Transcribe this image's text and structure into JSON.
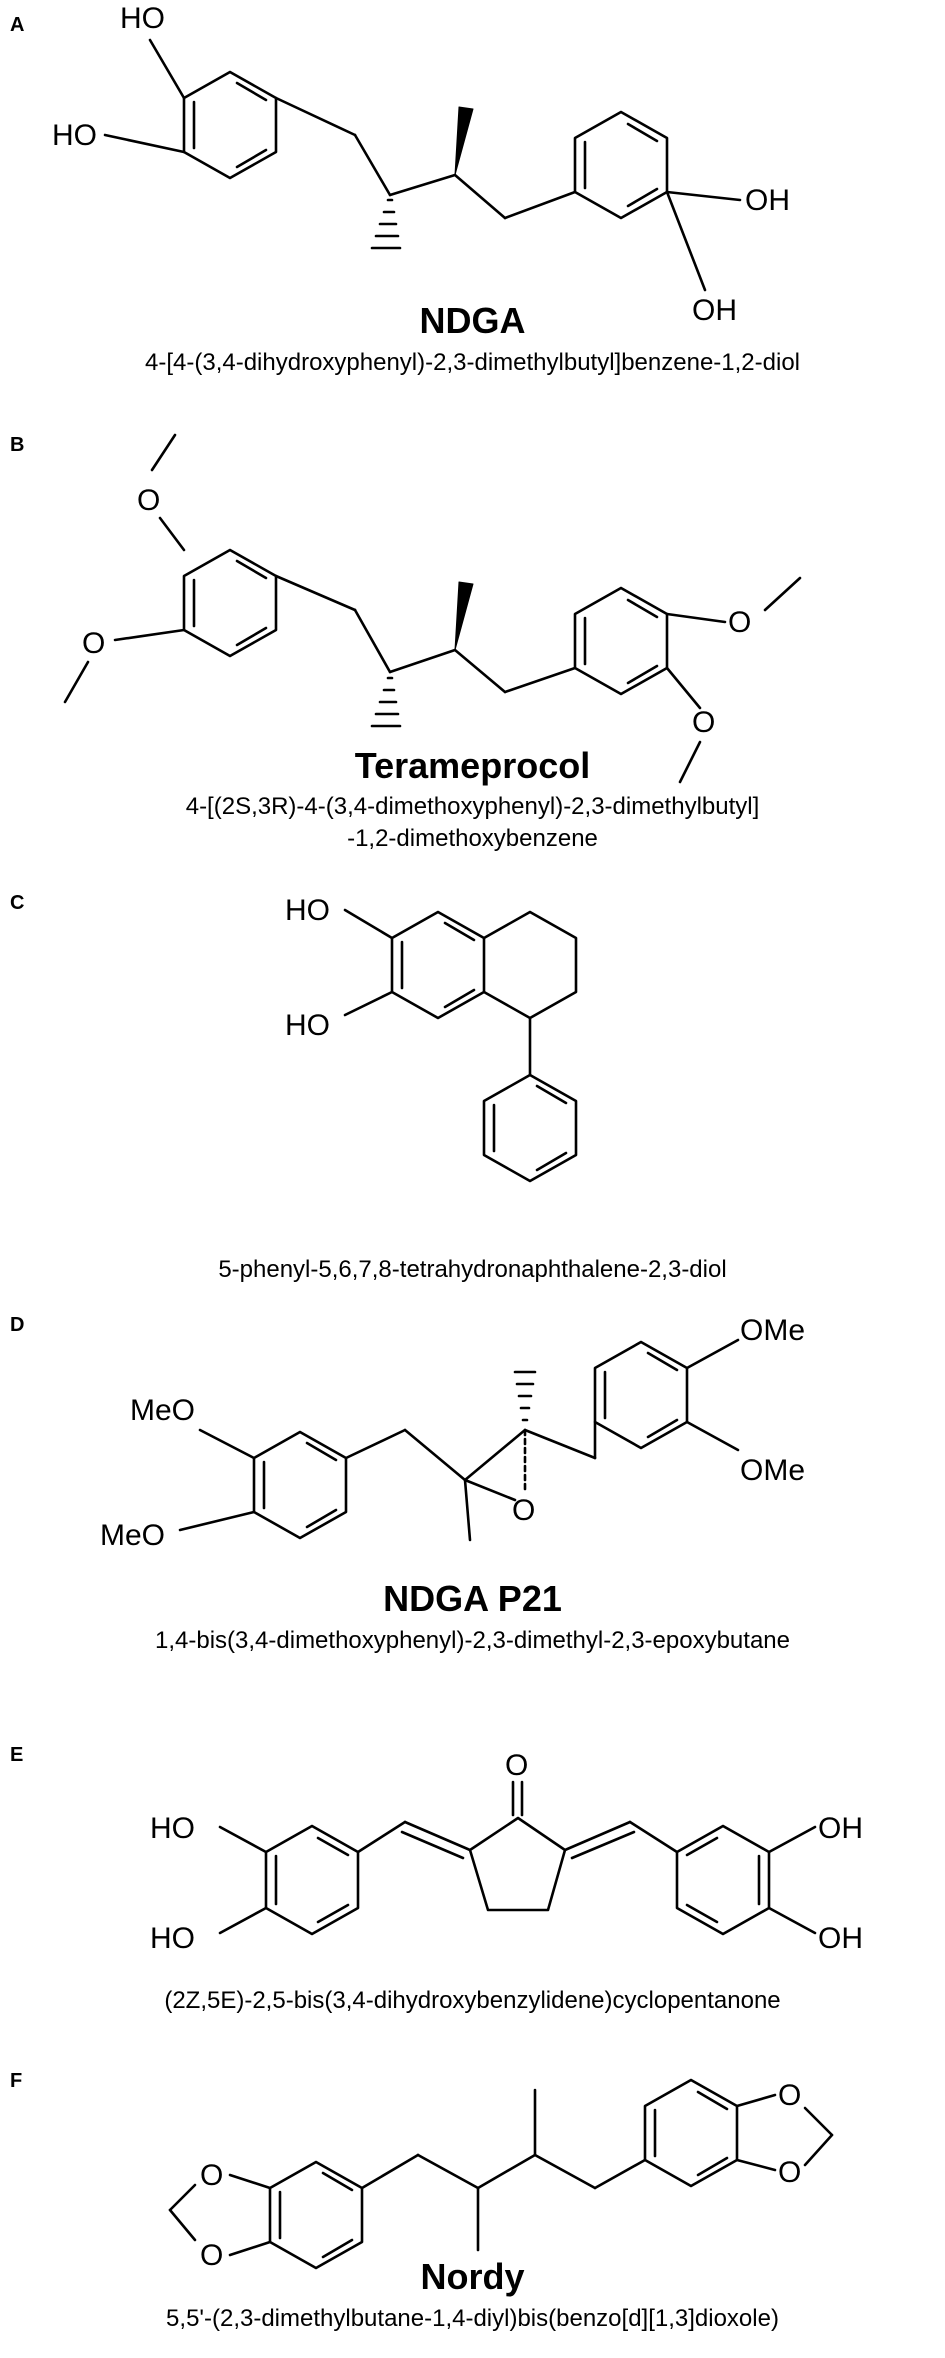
{
  "panels": [
    {
      "letter": "A",
      "name": "NDGA",
      "iupac": "4-[4-(3,4-dihydroxyphenyl)-2,3-dimethylbutyl]benzene-1,2-diol",
      "atoms": [
        "HO",
        "HO",
        "OH",
        "OH"
      ]
    },
    {
      "letter": "B",
      "name": "Terameprocol",
      "iupac_line1": "4-[(2S,3R)-4-(3,4-dimethoxyphenyl)-2,3-dimethylbutyl]",
      "iupac_line2": "-1,2-dimethoxybenzene",
      "atoms": [
        "O",
        "O",
        "O",
        "O"
      ]
    },
    {
      "letter": "C",
      "iupac": "5-phenyl-5,6,7,8-tetrahydronaphthalene-2,3-diol",
      "atoms": [
        "HO",
        "HO"
      ]
    },
    {
      "letter": "D",
      "name": "NDGA P21",
      "iupac": "1,4-bis(3,4-dimethoxyphenyl)-2,3-dimethyl-2,3-epoxybutane",
      "atoms": [
        "MeO",
        "MeO",
        "OMe",
        "OMe",
        "O"
      ]
    },
    {
      "letter": "E",
      "iupac": "(2Z,5E)-2,5-bis(3,4-dihydroxybenzylidene)cyclopentanone",
      "atoms": [
        "O",
        "HO",
        "HO",
        "OH",
        "OH"
      ]
    },
    {
      "letter": "F",
      "name": "Nordy",
      "iupac": "5,5'-(2,3-dimethylbutane-1,4-diyl)bis(benzo[d][1,3]dioxole)",
      "atoms": [
        "O",
        "O",
        "O",
        "O"
      ]
    }
  ]
}
